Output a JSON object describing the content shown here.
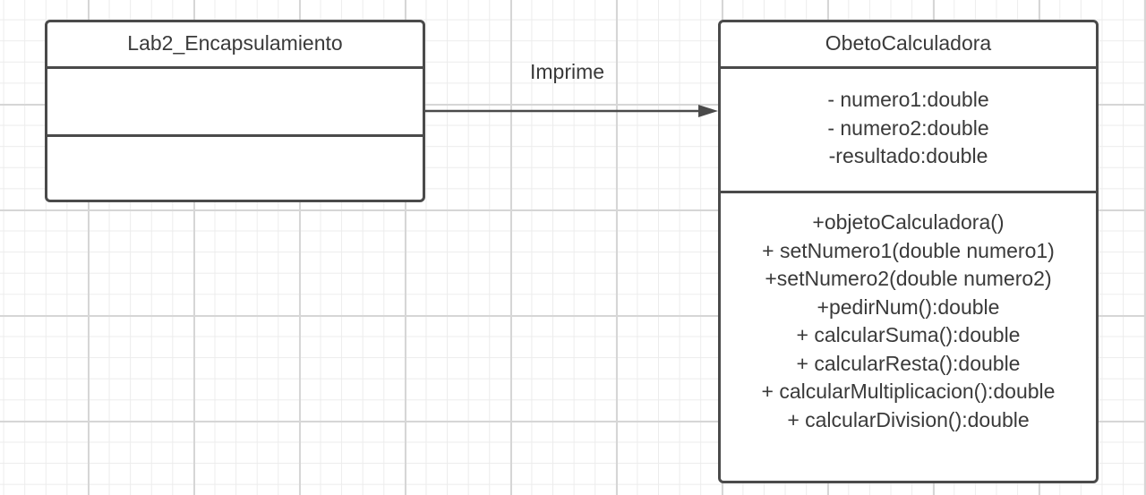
{
  "classes": [
    {
      "name": "Lab2_Encapsulamiento",
      "attributes": [],
      "methods": []
    },
    {
      "name": "ObetoCalculadora",
      "attributes": [
        "- numero1:double",
        "- numero2:double",
        "-resultado:double"
      ],
      "methods": [
        "+objetoCalculadora()",
        "+ setNumero1(double numero1)",
        "+setNumero2(double numero2)",
        "+pedirNum():double",
        "+ calcularSuma():double",
        "+ calcularResta():double",
        "+ calcularMultiplicacion():double",
        "+ calcularDivision():double"
      ]
    }
  ],
  "relationship": {
    "label": "Imprime",
    "type": "directed-association"
  },
  "colors": {
    "stroke": "#4a4a4a",
    "text": "#3a3a3a",
    "grid": "#d6d6d6"
  }
}
